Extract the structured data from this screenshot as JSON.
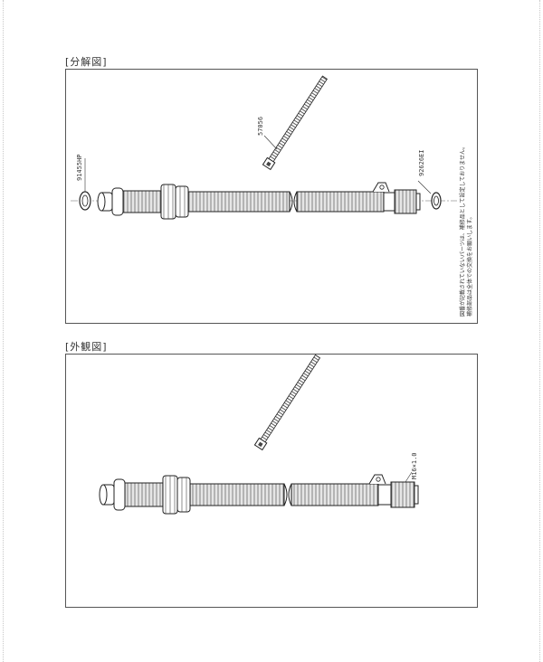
{
  "exploded": {
    "title": "[分解図]",
    "parts": {
      "nut_gasket": "91455HP",
      "tie": "57056",
      "end_washer": "92626EI"
    },
    "note_lines": [
      "図番が記載されていないパーツは、補修品として設定しておりません。",
      "補修部品は全体での交換をお願いします。"
    ]
  },
  "exterior": {
    "title": "[外観図]",
    "thread_label": "M16×1.0"
  }
}
